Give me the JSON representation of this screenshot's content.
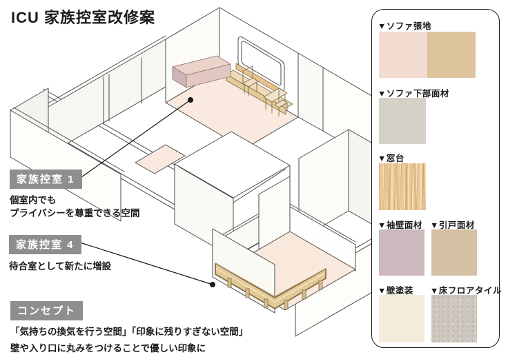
{
  "title": "ICU 家族控室改修案",
  "annotations": {
    "room1": {
      "label": "家族控室 1",
      "line1": "個室内でも",
      "line2": "プライバシーを尊重できる空間"
    },
    "room4": {
      "label": "家族控室 4",
      "line1": "待合室として新たに増設"
    },
    "concept": {
      "label": "コンセプト",
      "line1": "「気持ちの換気を行う空間」「印象に残りすぎない空間」",
      "line2": "壁や入り口に丸みをつけることで優しい印象に"
    }
  },
  "materials": {
    "sofa_fabric": {
      "label": "▼ソファ張地",
      "swatch1": "#f2dcd2",
      "swatch2": "#ddc49c"
    },
    "sofa_base": {
      "label": "▼ソファ下部面材",
      "swatch": "#d5d1c9"
    },
    "window_sill": {
      "label": "▼窓台",
      "swatch": "#eac998"
    },
    "sleeve_wall": {
      "label": "▼袖壁面材",
      "swatch": "#ccb8bd"
    },
    "sliding_door": {
      "label": "▼引戸面材",
      "swatch": "#d4c0a2"
    },
    "wall_paint": {
      "label": "▼壁塗装",
      "swatch": "#f5eddc"
    },
    "floor_tile": {
      "label": "▼床フロアタイル",
      "swatch": "#cdc7bf"
    }
  },
  "colors": {
    "label_box": "#8e8e8e",
    "floor_pink": "#f9e9de",
    "bench_tan": "#e3c795",
    "sofa_pink": "#ebd3ca",
    "outline": "#4a4a4a"
  }
}
